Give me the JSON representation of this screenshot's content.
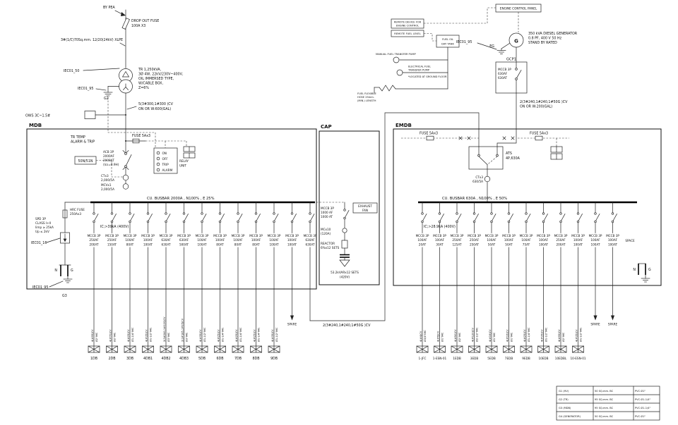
{
  "incoming": {
    "source": "BY PEA",
    "dropout": [
      "DROP OUT FUSE",
      "100A X3"
    ],
    "hv_cable": "3#(1/C)70Sq.mm. 12/20(24kV) XLPE",
    "tag_50": "IEC01_50",
    "tag_95": "IEC01_95",
    "g2": "G2",
    "tr": [
      "TR 1,250kVA,",
      "3Ø 4W, 22kV/230V~400V,",
      "OIL IMMERSED TYPE,",
      "W/CABLE BOX,",
      "Z=6%"
    ],
    "lv_cable": [
      "5(3#300,1#300 )CV",
      "ON OR W:600(GAL)"
    ],
    "ows": "OWS 3C~1.5#"
  },
  "mdb": {
    "name": "MDB",
    "tr_temp": [
      "TR TEMP",
      "ALARM & TRIP"
    ],
    "fuse": "FUSE 5Ax3",
    "acb": [
      "ACB 3P",
      "2000AF",
      "2000AT",
      "(Ics=0.9H)"
    ],
    "relay": [
      "ON",
      "OFF",
      "TRIP",
      "ALARM"
    ],
    "relay_label": [
      "RELAY",
      "UNIT"
    ],
    "protection": "50N/51N",
    "ct": [
      "CTx3",
      "2,000/5A"
    ],
    "mct": [
      "MCVx1",
      "2,000/5A"
    ],
    "busbar": "CU. BUSBAR 2000A , N100% , E 25%",
    "hrc": [
      "HRC FUSE",
      "250Ax3"
    ],
    "spd": [
      "SPD 3P",
      "CLASS I+II",
      "Iimp ≥ 25kA",
      "Up ≤ 2kV"
    ],
    "tag_16": "IEC01_16",
    "tag_95": "IEC01_95",
    "g3": "G3",
    "n": "N",
    "g": "G",
    "ic": "IC;>39kA (400V)",
    "spare": "SPARE",
    "tie_cable": "2(3#240,1#240,1#50G )CV",
    "feeders": [
      {
        "breaker": [
          "MCCB 3P",
          "250AF",
          "200AT"
        ],
        "cable": "4(#95)CV",
        "conduit": "Ø2\"IMC",
        "panel": "1DB",
        "type": "panel"
      },
      {
        "breaker": [
          "MCCB 3P",
          "250AF",
          "150AT"
        ],
        "cable": "4(#70)CV",
        "conduit": "Ø2\"IMC",
        "panel": "2DB",
        "type": "panel"
      },
      {
        "breaker": [
          "MCCB 3P",
          "100AF",
          "80AT"
        ],
        "cable": "4(#25)CV",
        "conduit": "Ø1-1/4\"IMC",
        "panel": "3DB",
        "type": "panel"
      },
      {
        "breaker": [
          "MCCB 3P",
          "100AF",
          "100AT"
        ],
        "cable": "4(#35)CV",
        "conduit": "Ø1-1/2\"IMC",
        "panel": "4DB1",
        "type": "panel"
      },
      {
        "breaker": [
          "MCCB 3P",
          "630AF",
          "630AT"
        ],
        "cable": "2(3#240,1#120)CV",
        "conduit": "Ø3\"IMC",
        "panel": "4DB2",
        "type": "panel"
      },
      {
        "breaker": [
          "MCCB 3P",
          "630AF",
          "500AT"
        ],
        "cable": "2(3#185,1#95)CV",
        "conduit": "Ø3\"IMC",
        "panel": "4DB3",
        "type": "panel"
      },
      {
        "breaker": [
          "MCCB 3P",
          "100AF",
          "100AT"
        ],
        "cable": "4(#35)CV",
        "conduit": "Ø1-1/2\"IMC",
        "panel": "5DB",
        "type": "panel"
      },
      {
        "breaker": [
          "MCCB 3P",
          "100AF",
          "80AT"
        ],
        "cable": "4(#25)CV",
        "conduit": "Ø1-1/4\"IMC",
        "panel": "6DB",
        "type": "panel"
      },
      {
        "breaker": [
          "MCCB 3P",
          "100AF",
          "80AT"
        ],
        "cable": "4(#25)CV",
        "conduit": "Ø1-1/4\"IMC",
        "panel": "7DB",
        "type": "panel"
      },
      {
        "breaker": [
          "MCCB 3P",
          "100AF",
          "80AT"
        ],
        "cable": "4(#25)CV",
        "conduit": "Ø1-1/4\"IMC",
        "panel": "8DB",
        "type": "panel"
      },
      {
        "breaker": [
          "MCCB 3P",
          "100AF",
          "100AT"
        ],
        "cable": "4(#35)CV",
        "conduit": "Ø1-1/2\"IMC",
        "panel": "9DB",
        "type": "panel"
      },
      {
        "breaker": [
          "MCCB 3P",
          "100AF",
          "100AT"
        ],
        "type": "spare"
      },
      {
        "breaker": [
          "MCCB 3P",
          "630AF",
          "630AT"
        ],
        "type": "tie"
      }
    ]
  },
  "cap": {
    "name": "CAP",
    "breaker": [
      "MCCB 3P",
      "1000 AF",
      "1000 AT"
    ],
    "mc": [
      "MCx10",
      "(120A)"
    ],
    "reactor": [
      "REACTOR",
      "6%x12 SETS"
    ],
    "bank": [
      "53.2kVARx12 SETS",
      "(420V)"
    ],
    "exhaust": [
      "EXHAUST",
      "FAN"
    ]
  },
  "emdb": {
    "name": "EMDB",
    "fuse_left": "FUSE 5Ax3",
    "fuse_right": "FUSE 5Ax3",
    "ats": [
      "ATS",
      "4P,630A"
    ],
    "ct": [
      "CTx3",
      "630/5A"
    ],
    "busbar": "CU. BUSBAR 630A , N100% , E 50%",
    "ic": "IC;>28.9kA (400V)",
    "n": "N",
    "g": "G",
    "spare": "SPARE",
    "feeders": [
      {
        "breaker": [
          "MCCB 3P",
          "100AF",
          "20AT"
        ],
        "cable": "4(#4)CV",
        "conduit": "Ø3/4\"IMC",
        "panel": "1-JFC",
        "type": "panel"
      },
      {
        "breaker": [
          "MCCB 3P",
          "100AF",
          "30AT"
        ],
        "cable": "4(#6)CV",
        "conduit": "Ø1\"IMC",
        "panel": "1-ESN-01",
        "type": "panel"
      },
      {
        "breaker": [
          "MCCB 3P",
          "250AF",
          "125AT"
        ],
        "cable": "4(#50)CV",
        "conduit": "Ø2\"IMC",
        "panel": "1EDB",
        "type": "panel"
      },
      {
        "breaker": [
          "MCCB 3P",
          "250AF",
          "250AT"
        ],
        "cable": "4(#120)CV",
        "conduit": "Ø2-1/2\"IMC",
        "panel": "3EDB",
        "type": "panel"
      },
      {
        "breaker": [
          "MCCB 3P",
          "100AF",
          "50AT"
        ],
        "cable": "4(#16)CV",
        "conduit": "Ø1\"IMC",
        "panel": "5EDB",
        "type": "panel"
      },
      {
        "breaker": [
          "MCCB 3P",
          "100AF",
          "50AT"
        ],
        "cable": "4(#16)CV",
        "conduit": "Ø1\"IMC",
        "panel": "7EDB",
        "type": "panel"
      },
      {
        "breaker": [
          "MCCB 3P",
          "100AF",
          "75AT"
        ],
        "cable": "4(#25)CV",
        "conduit": "Ø1-1/4\"IMC",
        "panel": "9EDB",
        "type": "panel"
      },
      {
        "breaker": [
          "MCCB 3P",
          "100AF",
          "100AT"
        ],
        "cable": "4(#35)CV",
        "conduit": "Ø1-1/2\"IMC",
        "panel": "10EDB",
        "type": "panel"
      },
      {
        "breaker": [
          "MCCB 3P",
          "250AF",
          "200AT"
        ],
        "cable": "4(#95)CV",
        "conduit": "Ø2\"IMC",
        "panel": "10EDBL",
        "type": "panel"
      },
      {
        "breaker": [
          "MCCB 3P",
          "100AF",
          "100AT"
        ],
        "cable": "4(#35)CV",
        "conduit": "Ø1-1/2\"IMC",
        "panel": "10-ESN-01",
        "type": "panel"
      },
      {
        "breaker": [
          "MCCB 3P",
          "100AF",
          "100AT"
        ],
        "type": "spare"
      },
      {
        "breaker": [
          "MCCB 3P",
          "100AF",
          "100AT"
        ],
        "type": "spare"
      },
      {
        "breaker": [
          "SPACE"
        ],
        "type": "space"
      }
    ]
  },
  "generator": {
    "ecp": "ENGINE CONTROL PANEL",
    "remote_device": [
      "REMOTE DEVICE FOR",
      "ENGINE CONTROL"
    ],
    "remote_fuel": "REMOTE FUEL LEVEL",
    "day_tank": [
      "FUEL OIL",
      "DAY TANK"
    ],
    "manual_pump": "MANUAL FUEL TRANSFER PUMP",
    "electric_pump": [
      "ELECTRICAL FUEL",
      "TRANSFER PUMP",
      "*LOCATED AT GROUND FLOOR"
    ],
    "hose": [
      "FUEL FLEXIBLE",
      "HOSE 25mm.",
      "(MIN.) LENGTH"
    ],
    "tag_95": "IEC01_95",
    "eg": "EG",
    "symbol": "G",
    "spec": [
      "350 kVA DIESEL GENERATOR",
      "0.8 PF, 400 V 50 Hz",
      "STAND BY RATED"
    ],
    "gcp": "GCP1",
    "gcp_breaker": [
      "MCCB 3P",
      "630AF",
      "630AT"
    ],
    "cable": [
      "2(3#240,1#240,1#50G )CV",
      "ON OR W:200(GAL)"
    ]
  },
  "legend": {
    "rows": [
      [
        "G1 (HV)",
        "50 SQ.mm. BC",
        "PVC Ø1\""
      ],
      [
        "G2 (TR)",
        "95 SQ.mm. BC",
        "PVC Ø1-1/4\""
      ],
      [
        "G3 (MDB)",
        "95 SQ.mm. BC",
        "PVC Ø1-1/4\""
      ],
      [
        "G4 (GENERATOR)",
        "50 SQ.mm. BC",
        "PVC Ø1\""
      ]
    ]
  }
}
